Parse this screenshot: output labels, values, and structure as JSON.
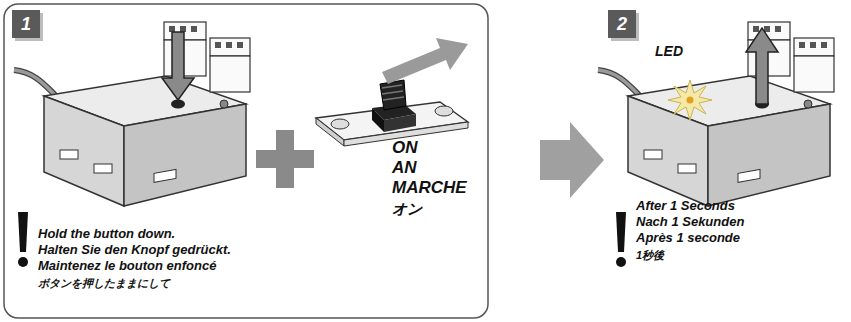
{
  "diagram": {
    "nodes": [
      {
        "text": [
          "1"
        ]
      },
      {
        "text": [
          "2"
        ]
      }
    ],
    "labels": [
      "ON",
      "AN",
      "MARCHE",
      "オン",
      "Hold the button down.",
      "Halten Sie den Knopf gedrückt.",
      "Maintenez le bouton enfoncé",
      "ボタンを押したままにして",
      "LED",
      "After 1 Seconds",
      "Nach 1 Sekunden",
      "Après 1 seconde",
      "1秒後"
    ]
  }
}
